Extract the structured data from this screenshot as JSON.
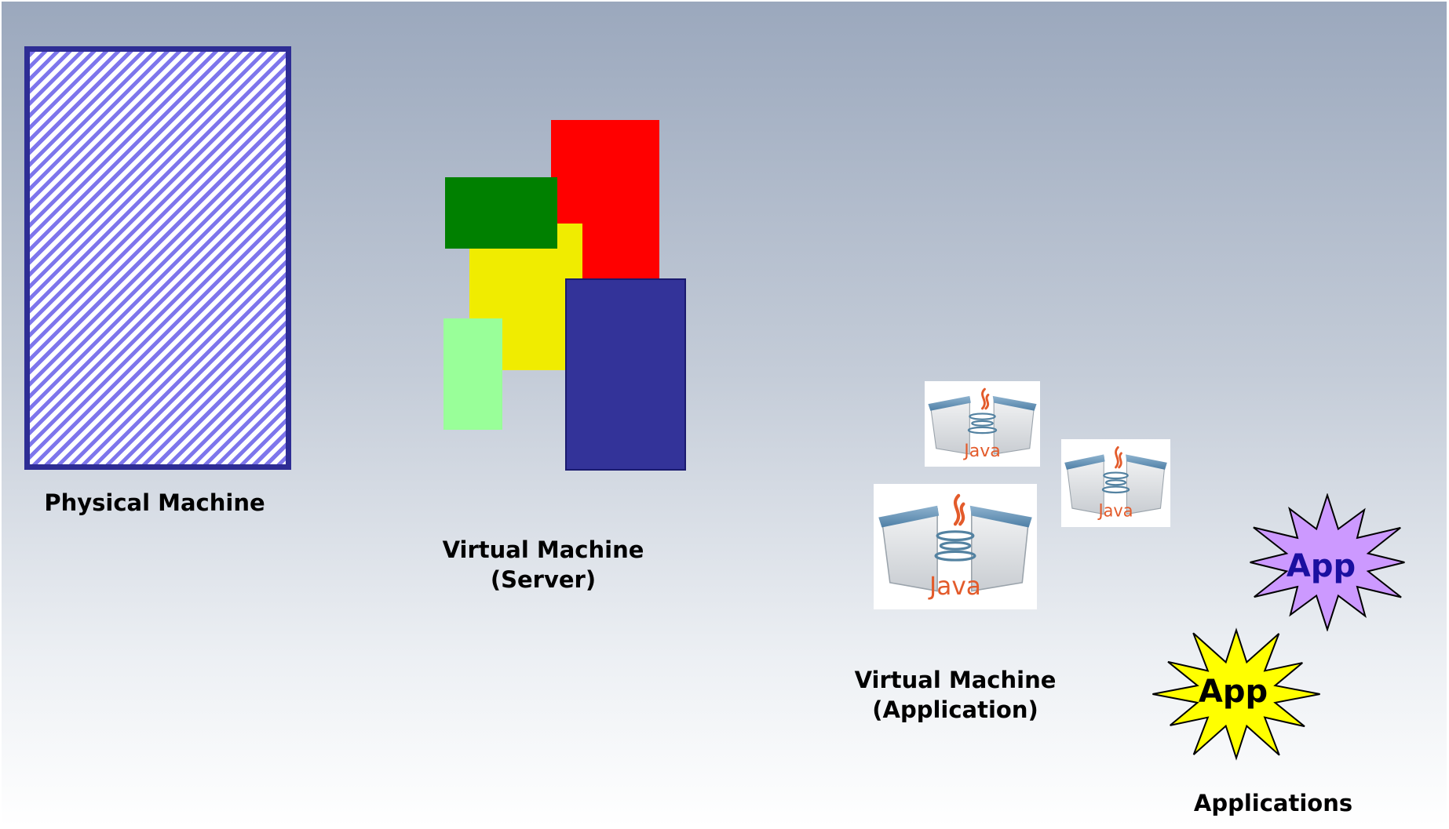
{
  "colors": {
    "physical_border": "#2e2d94",
    "physical_stripe": "#7e76ec",
    "vm_red": "#ff0000",
    "vm_green": "#008000",
    "vm_yellow": "#f0ec00",
    "vm_lightgreen": "#99ff99",
    "vm_navy": "#333399",
    "app_purple": "#cc99ff",
    "app_purple_text": "#1a0fa0",
    "app_yellow": "#ffff00",
    "java_orange": "#e35b2b",
    "java_blue": "#5382a1"
  },
  "physical": {
    "label": "Physical Machine"
  },
  "vm_server": {
    "line1": "Virtual Machine",
    "line2": "(Server)"
  },
  "vm_app": {
    "line1": "Virtual Machine",
    "line2": "(Application)",
    "java_text": "Java",
    "icon": "java-container-icon"
  },
  "apps": {
    "burst_text": "App",
    "label": "Applications",
    "icon": "starburst-icon"
  }
}
